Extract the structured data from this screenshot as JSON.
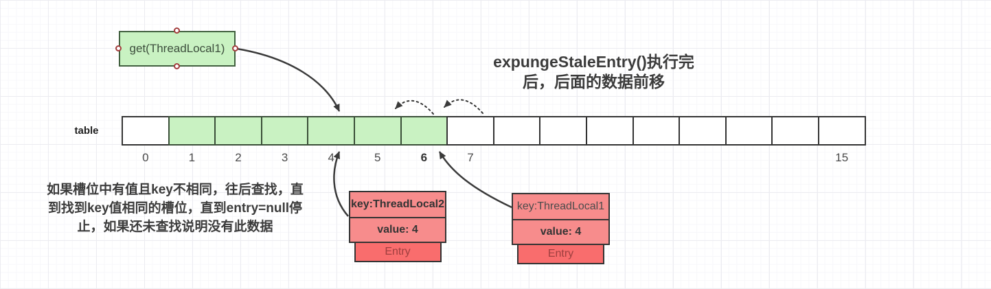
{
  "heading": {
    "line1": "expungeStaleEntry()执行完",
    "line2": "后，后面的数据前移"
  },
  "note": {
    "line1": "如果槽位中有值且key不相同，往后查找，直",
    "line2": "到找到key值相同的槽位，直到entry=null停",
    "line3": "止，如果还未查找说明没有此数据"
  },
  "get_box": {
    "label": "get(ThreadLocal1)"
  },
  "table": {
    "label": "table",
    "cells": [
      {
        "label": "0",
        "filled": false,
        "bold": false
      },
      {
        "label": "1",
        "filled": true,
        "bold": false
      },
      {
        "label": "2",
        "filled": true,
        "bold": false
      },
      {
        "label": "3",
        "filled": true,
        "bold": false
      },
      {
        "label": "4",
        "filled": true,
        "bold": false
      },
      {
        "label": "5",
        "filled": true,
        "bold": false
      },
      {
        "label": "6",
        "filled": true,
        "bold": true
      },
      {
        "label": "7",
        "filled": false,
        "bold": false
      },
      {
        "label": "",
        "filled": false,
        "bold": false
      },
      {
        "label": "",
        "filled": false,
        "bold": false
      },
      {
        "label": "",
        "filled": false,
        "bold": false
      },
      {
        "label": "",
        "filled": false,
        "bold": false
      },
      {
        "label": "",
        "filled": false,
        "bold": false
      },
      {
        "label": "",
        "filled": false,
        "bold": false
      },
      {
        "label": "",
        "filled": false,
        "bold": false
      },
      {
        "label": "15",
        "filled": false,
        "bold": false
      }
    ]
  },
  "entries": [
    {
      "key": "key:ThreadLocal2",
      "value": "value: 4",
      "label": "Entry"
    },
    {
      "key": "key:ThreadLocal1",
      "value": "value: 4",
      "label": "Entry"
    }
  ],
  "colors": {
    "slot_green": "#c9f2c2",
    "entry_pink": "#f78c8c",
    "entry_red": "#f96d6d",
    "entry_tag_text": "#9e3f3f",
    "arrow": "#3a3a3a",
    "handle_ring": "#a23b3b",
    "text_dark": "#3b3b3b"
  }
}
